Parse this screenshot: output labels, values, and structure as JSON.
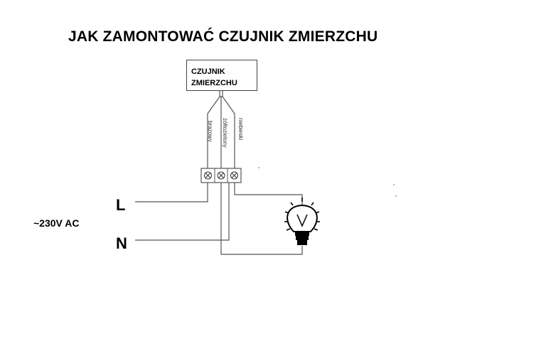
{
  "title": "JAK ZAMONTOWAĆ CZUJNIK ZMIERZCHU",
  "sensor": {
    "line1": "CZUJNIK",
    "line2": "ZMIERZCHU"
  },
  "wires": {
    "brown": "brązowy",
    "green_yellow": "żółtozielony",
    "blue": "niebieski"
  },
  "mains": {
    "phase": "L",
    "neutral": "N",
    "voltage": "~230V AC"
  },
  "colors": {
    "ink": "#000000",
    "wire": "#555555"
  },
  "icons": [
    "terminal-screw-icon",
    "light-bulb-icon"
  ]
}
